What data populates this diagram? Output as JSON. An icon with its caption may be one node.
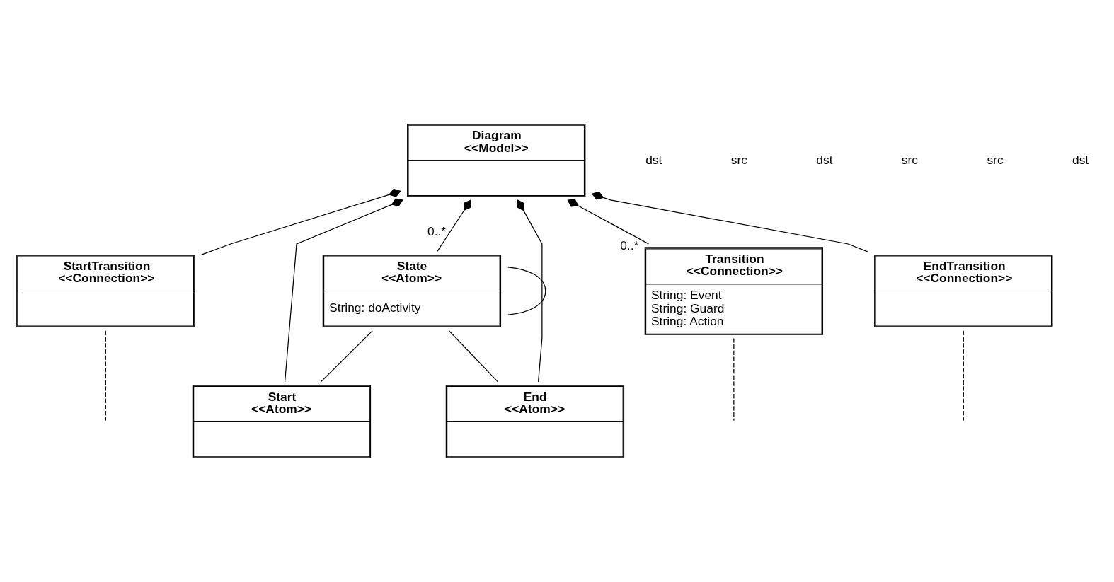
{
  "diagram": {
    "nodes": [
      {
        "text": [
          "StartTransition",
          "<<Connection>>"
        ]
      },
      {
        "text": [
          "Diagram",
          "<<Model>>"
        ]
      },
      {
        "text": [
          "State",
          "<<Atom>>",
          "String: doActivity"
        ]
      },
      {
        "text": [
          "Start",
          "<<Atom>>"
        ]
      },
      {
        "text": [
          "End",
          "<<Atom>>"
        ]
      },
      {
        "text": [
          "Transition",
          "<<Connection>>",
          "String: Event",
          "String: Guard",
          "String: Action"
        ]
      },
      {
        "text": [
          "EndTransition",
          "<<Connection>>"
        ]
      }
    ],
    "edges": [
      {
        "from": 2,
        "to": 3,
        "arrow": "none"
      },
      {
        "from": 0,
        "to": null,
        "arrow": "none",
        "style": "dashed"
      },
      {
        "from": 0,
        "to": 1,
        "arrow": "other"
      },
      {
        "from": 2,
        "to": 1,
        "arrow": "other",
        "label": "0..*"
      },
      {
        "from": 3,
        "to": 1,
        "arrow": "other"
      },
      {
        "from": 4,
        "to": 1,
        "arrow": "other"
      },
      {
        "from": 6,
        "to": 1,
        "arrow": "other"
      },
      {
        "from": 5,
        "to": 1,
        "arrow": "other",
        "label": "0..*"
      },
      {
        "from": 2,
        "to": 2,
        "arrow": "none"
      },
      {
        "from": 5,
        "to": null,
        "arrow": "none",
        "style": "dashed"
      },
      {
        "from": 2,
        "to": 4,
        "arrow": "none"
      },
      {
        "from": 6,
        "to": null,
        "arrow": "none",
        "style": "dashed"
      }
    ],
    "labels": [
      "dst",
      "src",
      "dst",
      "src",
      "src",
      "dst"
    ]
  }
}
